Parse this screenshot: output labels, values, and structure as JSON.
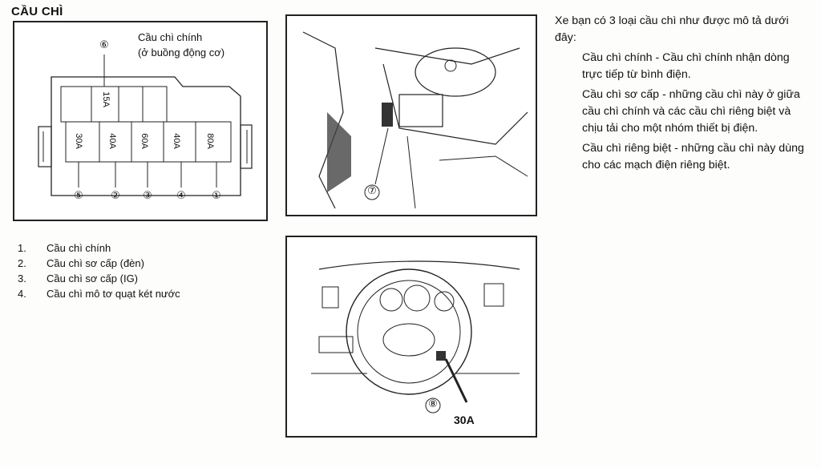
{
  "heading": "CẦU CHÌ",
  "fuse_box": {
    "caption_line1": "Cầu chì chính",
    "caption_line2": "(ở buồng động cơ)",
    "top_fuse_label": "15A",
    "bottom_fuse_labels": [
      "30A",
      "40A",
      "60A",
      "40A",
      "80A"
    ],
    "callouts": [
      "⑤",
      "②",
      "③",
      "④",
      "①"
    ],
    "top_callout": "⑥"
  },
  "legend": [
    {
      "num": "1.",
      "text": "Cầu chì chính"
    },
    {
      "num": "2.",
      "text": "Cầu chì sơ cấp (đèn)"
    },
    {
      "num": "3.",
      "text": "Cầu chì sơ cấp (IG)"
    },
    {
      "num": "4.",
      "text": "Cầu chì mô tơ quạt két nước"
    }
  ],
  "interior_diagram": {
    "callout": "⑦"
  },
  "dashboard_diagram": {
    "callout": "⑧",
    "label": "30A"
  },
  "description": {
    "intro": "Xe bạn có 3 loại cầu chì như được mô tả dưới đây:",
    "items": [
      "Cầu chì chính - Cầu chì chính nhận dòng trực tiếp từ bình điện.",
      "Cầu chì sơ cấp - những cầu chì này ở giữa cầu chì chính và các cầu chì riêng biệt và chịu tải cho một nhóm thiết bị điện.",
      "Cầu chì riêng biệt - những cầu chì này dùng cho các mạch điện riêng biệt."
    ]
  }
}
